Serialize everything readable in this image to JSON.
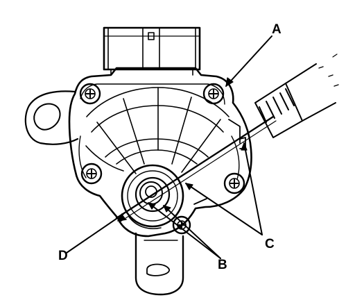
{
  "diagram": {
    "callouts": {
      "a": "A",
      "b": "B",
      "c": "C",
      "d": "D"
    },
    "colors": {
      "ink": "#000000",
      "paper": "#ffffff"
    }
  }
}
